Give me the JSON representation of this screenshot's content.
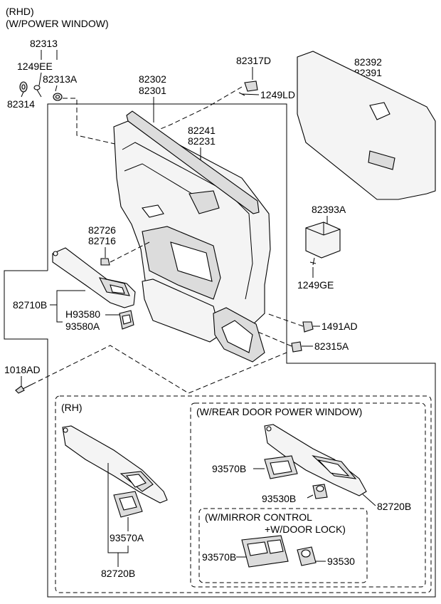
{
  "header": {
    "variant": "(RHD)",
    "option": "(W/POWER WINDOW)"
  },
  "parts": {
    "p82313": "82313",
    "p1249EE": "1249EE",
    "p82313A": "82313A",
    "p82314": "82314",
    "p82317D": "82317D",
    "p1249LD": "1249LD",
    "p82302": "82302",
    "p82301": "82301",
    "p82392": "82392",
    "p82391": "82391",
    "p82241": "82241",
    "p82231": "82231",
    "p82393A": "82393A",
    "p1249GE": "1249GE",
    "p82726": "82726",
    "p82716": "82716",
    "p82710B": "82710B",
    "pH93580": "H93580",
    "p93580A": "93580A",
    "p1491AD": "1491AD",
    "p82315A": "82315A",
    "p1018AD": "1018AD"
  },
  "rh_section": {
    "title": "(RH)",
    "p93570A": "93570A",
    "p82720B": "82720B",
    "rear_window": {
      "title": "(W/REAR DOOR POWER WINDOW)",
      "p93570B": "93570B",
      "p93530B": "93530B",
      "p82720B": "82720B",
      "mirror": {
        "title_line1": "(W/MIRROR CONTROL",
        "title_line2": "+W/DOOR LOCK)",
        "p93570B": "93570B",
        "p93530": "93530"
      }
    }
  }
}
